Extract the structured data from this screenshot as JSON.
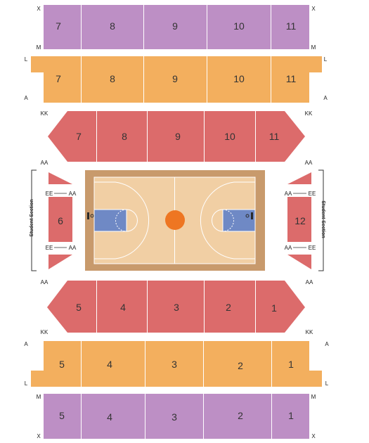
{
  "colors": {
    "upper_level": "#BD8FC5",
    "middle_level": "#F3AF5E",
    "lower_level": "#DC6B6B",
    "court_border": "#C89A6C",
    "court_floor": "#F1CFA4",
    "paint": "#6F89C5",
    "ball": "#EE7622",
    "text": "#333333"
  },
  "top": {
    "upper": {
      "sections": [
        "7",
        "8",
        "9",
        "10",
        "11"
      ],
      "row_top": "X",
      "row_bottom": "M"
    },
    "middle": {
      "sections": [
        "7",
        "8",
        "9",
        "10",
        "11"
      ],
      "row_top": "L",
      "row_bottom": "A"
    },
    "lower": {
      "sections": [
        "7",
        "8",
        "9",
        "10",
        "11"
      ],
      "row_top": "KK",
      "row_bottom": "AA"
    }
  },
  "bottom": {
    "lower": {
      "sections": [
        "5",
        "4",
        "3",
        "2",
        "1"
      ],
      "row_top": "AA",
      "row_bottom": "KK"
    },
    "middle": {
      "sections": [
        "5",
        "4",
        "3",
        "2",
        "1"
      ],
      "row_top": "A",
      "row_bottom": "L"
    },
    "upper": {
      "sections": [
        "5",
        "4",
        "3",
        "2",
        "1"
      ],
      "row_top": "M",
      "row_bottom": "X"
    }
  },
  "left_side": {
    "section": "6",
    "label": "Student Section",
    "row_ee": "EE",
    "row_aa": "AA",
    "row_outer": "AA"
  },
  "right_side": {
    "section": "12",
    "label": "Student Section",
    "row_ee": "EE",
    "row_aa": "AA",
    "row_outer": "AA"
  }
}
